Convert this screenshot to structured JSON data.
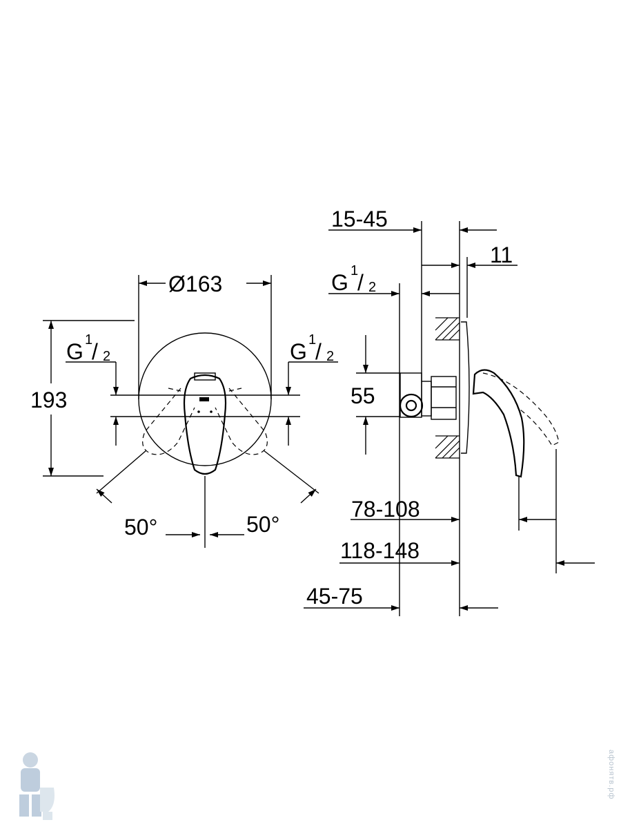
{
  "front_view": {
    "diameter_label": "Ø163",
    "height_label": "193",
    "inlet_left": {
      "base": "G",
      "num": "1",
      "den": "2"
    },
    "inlet_right": {
      "base": "G",
      "num": "1",
      "den": "2"
    },
    "angle_left": "50°",
    "angle_right": "50°"
  },
  "side_view": {
    "dim_15_45": "15-45",
    "dim_11": "11",
    "inlet": {
      "base": "G",
      "num": "1",
      "den": "2"
    },
    "dim_55": "55",
    "dim_78_108": "78-108",
    "dim_118_148": "118-148",
    "dim_45_75": "45-75"
  },
  "watermark": {
    "text": "афонятв.рф"
  }
}
